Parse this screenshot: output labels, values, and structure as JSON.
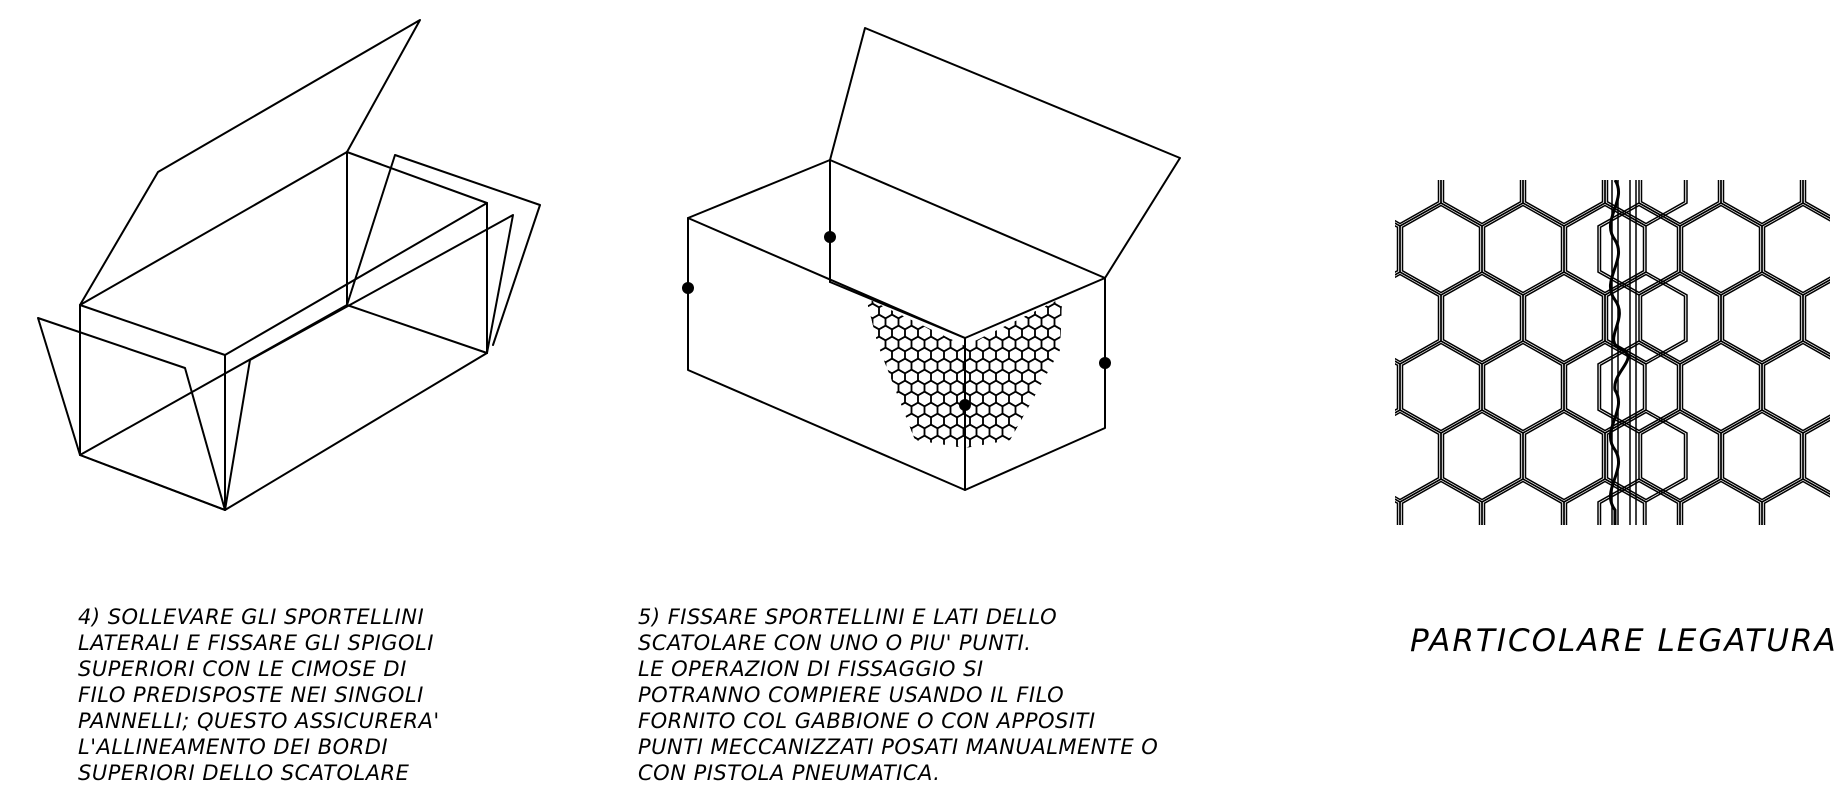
{
  "step4": {
    "lines": [
      "4) SOLLEVARE GLI SPORTELLINI",
      "LATERALI E FISSARE GLI SPIGOLI",
      "SUPERIORI CON LE CIMOSE DI",
      "FILO PREDISPOSTE NEI SINGOLI",
      "PANNELLI; QUESTO ASSICURERA'",
      "L'ALLINEAMENTO DEI BORDI",
      "SUPERIORI DELLO SCATOLARE"
    ]
  },
  "step5": {
    "lines": [
      "5) FISSARE SPORTELLINI E LATI DELLO",
      "SCATOLARE CON UNO O PIU' PUNTI.",
      "LE OPERAZION DI FISSAGGIO SI",
      "POTRANNO COMPIERE USANDO IL FILO",
      "FORNITO COL GABBIONE O CON APPOSITI",
      "PUNTI MECCANIZZATI POSATI MANUALMENTE O",
      "CON PISTOLA PNEUMATICA."
    ]
  },
  "detail": {
    "title": "PARTICOLARE LEGATURA"
  }
}
